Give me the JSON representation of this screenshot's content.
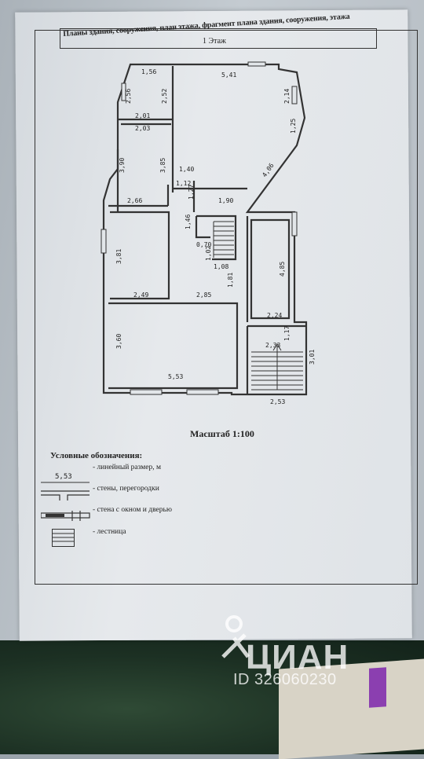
{
  "document": {
    "header": "Планы здания, сооружения, план этажа, фрагмент плана здания, сооружения, этажа",
    "floor": "1 Этаж",
    "scale": "Масштаб 1:100"
  },
  "plan": {
    "dimensions": {
      "top_left_width": "1,56",
      "top_left_height": "2,56",
      "left_corridor_height": "2,52",
      "top_left_bottom": "2,01",
      "second_room_top": "2,03",
      "second_room_height": "3,90",
      "second_room_height_inner": "3,85",
      "second_room_bottom": "2,66",
      "main_room_top": "5,41",
      "main_room_right_a": "2,14",
      "main_room_right_b": "1,25",
      "main_room_diagonal": "4,06",
      "hall_width": "1,40",
      "hall_small_a": "1,12",
      "hall_small_b": "1,27",
      "hall_bottom": "1,90",
      "stair_height": "1,46",
      "stair_small": "0,70",
      "stair_small_b": "1,02",
      "stair_width": "1,08",
      "left_room_height": "3,81",
      "left_room_bottom": "2,49",
      "corridor_height": "1,81",
      "corridor_bottom": "2,85",
      "right_room_height": "4,85",
      "right_room_bottom": "2,24",
      "porch_height": "1,17",
      "porch_width": "2,33",
      "porch_side": "3,01",
      "porch_bottom": "2,53",
      "big_room_height": "3,60",
      "big_room_width": "5,53"
    }
  },
  "legend": {
    "title": "Условные обозначения:",
    "sample_dim": "5,53",
    "linear": "- линейный размер, м",
    "walls": "- стены, перегородки",
    "wall_window_door": "- стена с окном и дверью",
    "stairs": "- лестница"
  },
  "watermark": {
    "brand": "ЦИАН",
    "id": "ID 326060230"
  },
  "colors": {
    "ink": "#222222",
    "paper": "#e2e6e9",
    "table": "#1c3023",
    "accent": "#8b3fb0"
  }
}
